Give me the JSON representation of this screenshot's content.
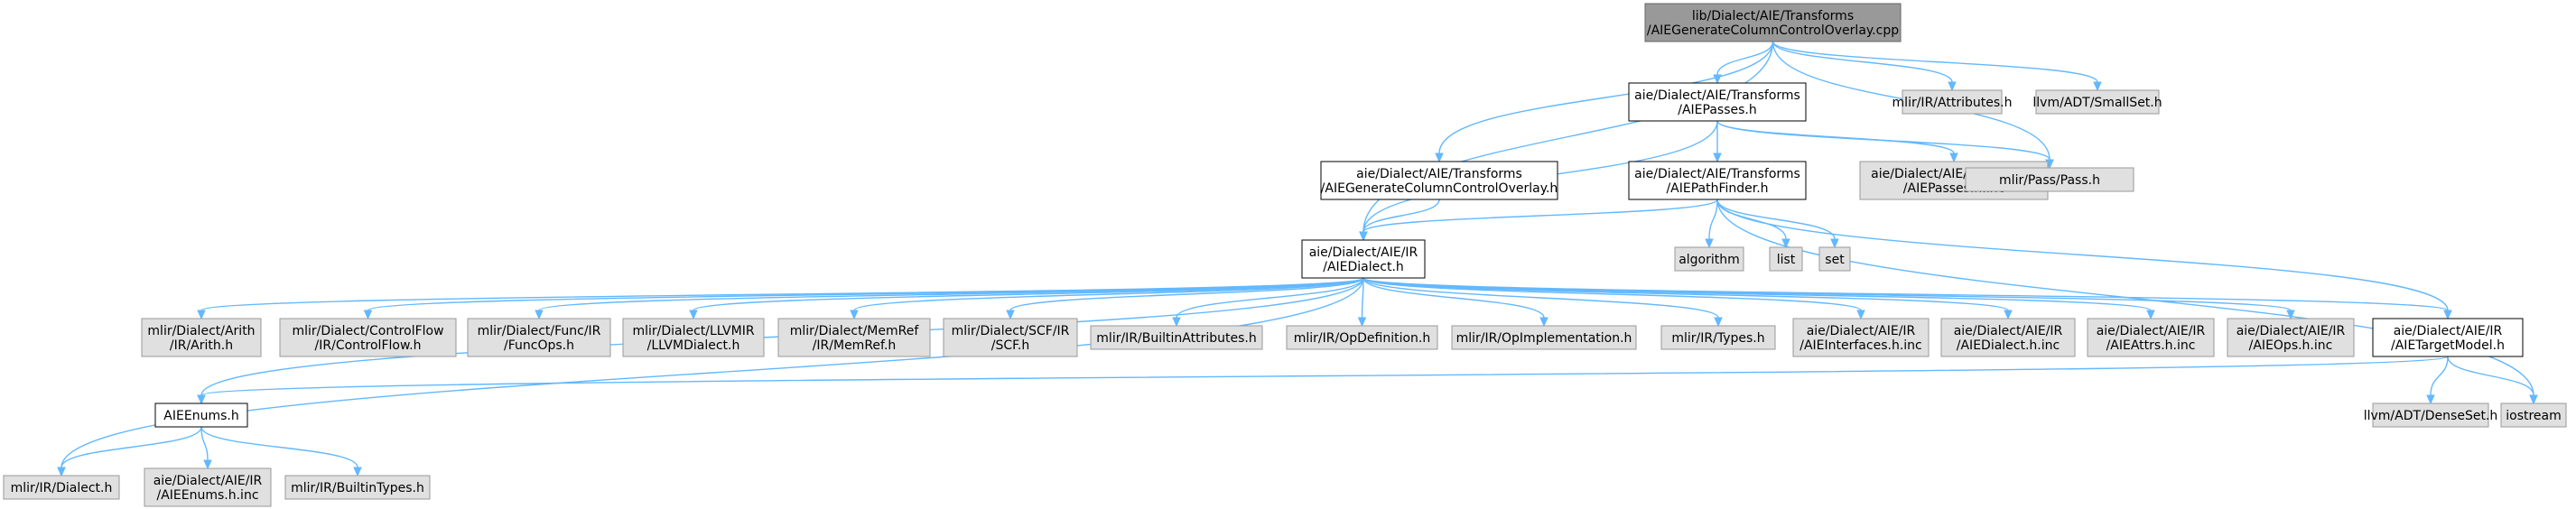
{
  "title": "",
  "colors": {
    "edge": "#63b8ff",
    "root_fill": "#999999",
    "doc_fill": "#ffffff",
    "system_fill": "#e0e0e0"
  },
  "nodes": [
    {
      "id": "root",
      "kind": "root",
      "lines": [
        "lib/Dialect/AIE/Transforms",
        "/AIEGenerateColumnControlOverlay.cpp"
      ]
    },
    {
      "id": "passes",
      "kind": "doc",
      "lines": [
        "aie/Dialect/AIE/Transforms",
        "/AIEPasses.h"
      ]
    },
    {
      "id": "attributes",
      "kind": "sys",
      "lines": [
        "mlir/IR/Attributes.h"
      ]
    },
    {
      "id": "smallset",
      "kind": "sys",
      "lines": [
        "llvm/ADT/SmallSet.h"
      ]
    },
    {
      "id": "overlay_h",
      "kind": "doc",
      "lines": [
        "aie/Dialect/AIE/Transforms",
        "/AIEGenerateColumnControlOverlay.h"
      ]
    },
    {
      "id": "pathfinder",
      "kind": "doc",
      "lines": [
        "aie/Dialect/AIE/Transforms",
        "/AIEPathFinder.h"
      ]
    },
    {
      "id": "passes_inc",
      "kind": "sys",
      "lines": [
        "aie/Dialect/AIE/Transforms",
        "/AIEPasses.h.inc"
      ]
    },
    {
      "id": "pass",
      "kind": "sys",
      "lines": [
        "mlir/Pass/Pass.h"
      ]
    },
    {
      "id": "algorithm",
      "kind": "sys",
      "lines": [
        "algorithm"
      ]
    },
    {
      "id": "list",
      "kind": "sys",
      "lines": [
        "list"
      ]
    },
    {
      "id": "set",
      "kind": "sys",
      "lines": [
        "set"
      ]
    },
    {
      "id": "dialect",
      "kind": "doc",
      "lines": [
        "aie/Dialect/AIE/IR",
        "/AIEDialect.h"
      ]
    },
    {
      "id": "arith",
      "kind": "sys",
      "lines": [
        "mlir/Dialect/Arith",
        "/IR/Arith.h"
      ]
    },
    {
      "id": "controlflow",
      "kind": "sys",
      "lines": [
        "mlir/Dialect/ControlFlow",
        "/IR/ControlFlow.h"
      ]
    },
    {
      "id": "funcops",
      "kind": "sys",
      "lines": [
        "mlir/Dialect/Func/IR",
        "/FuncOps.h"
      ]
    },
    {
      "id": "llvmdialect",
      "kind": "sys",
      "lines": [
        "mlir/Dialect/LLVMIR",
        "/LLVMDialect.h"
      ]
    },
    {
      "id": "memref",
      "kind": "sys",
      "lines": [
        "mlir/Dialect/MemRef",
        "/IR/MemRef.h"
      ]
    },
    {
      "id": "scf",
      "kind": "sys",
      "lines": [
        "mlir/Dialect/SCF/IR",
        "/SCF.h"
      ]
    },
    {
      "id": "builtinattrs",
      "kind": "sys",
      "lines": [
        "mlir/IR/BuiltinAttributes.h"
      ]
    },
    {
      "id": "opdef",
      "kind": "sys",
      "lines": [
        "mlir/IR/OpDefinition.h"
      ]
    },
    {
      "id": "opimpl",
      "kind": "sys",
      "lines": [
        "mlir/IR/OpImplementation.h"
      ]
    },
    {
      "id": "types",
      "kind": "sys",
      "lines": [
        "mlir/IR/Types.h"
      ]
    },
    {
      "id": "interfaces_inc",
      "kind": "sys",
      "lines": [
        "aie/Dialect/AIE/IR",
        "/AIEInterfaces.h.inc"
      ]
    },
    {
      "id": "dialect_inc",
      "kind": "sys",
      "lines": [
        "aie/Dialect/AIE/IR",
        "/AIEDialect.h.inc"
      ]
    },
    {
      "id": "attrs_inc",
      "kind": "sys",
      "lines": [
        "aie/Dialect/AIE/IR",
        "/AIEAttrs.h.inc"
      ]
    },
    {
      "id": "ops_inc",
      "kind": "sys",
      "lines": [
        "aie/Dialect/AIE/IR",
        "/AIEOps.h.inc"
      ]
    },
    {
      "id": "targetmodel",
      "kind": "doc",
      "lines": [
        "aie/Dialect/AIE/IR",
        "/AIETargetModel.h"
      ]
    },
    {
      "id": "enums",
      "kind": "doc",
      "lines": [
        "AIEEnums.h"
      ]
    },
    {
      "id": "densesets",
      "kind": "sys",
      "lines": [
        "llvm/ADT/DenseSet.h"
      ]
    },
    {
      "id": "iostream",
      "kind": "sys",
      "lines": [
        "iostream"
      ]
    },
    {
      "id": "irdialect",
      "kind": "sys",
      "lines": [
        "mlir/IR/Dialect.h"
      ]
    },
    {
      "id": "enums_inc",
      "kind": "sys",
      "lines": [
        "aie/Dialect/AIE/IR",
        "/AIEEnums.h.inc"
      ]
    },
    {
      "id": "builtintypes",
      "kind": "sys",
      "lines": [
        "mlir/IR/BuiltinTypes.h"
      ]
    }
  ],
  "edges": [
    [
      "root",
      "dialect"
    ],
    [
      "root",
      "overlay_h"
    ],
    [
      "root",
      "passes"
    ],
    [
      "root",
      "attributes"
    ],
    [
      "root",
      "smallset"
    ],
    [
      "root",
      "pass"
    ],
    [
      "passes",
      "dialect"
    ],
    [
      "passes",
      "pathfinder"
    ],
    [
      "passes",
      "passes_inc"
    ],
    [
      "passes",
      "pass"
    ],
    [
      "overlay_h",
      "dialect"
    ],
    [
      "pathfinder",
      "dialect"
    ],
    [
      "pathfinder",
      "algorithm"
    ],
    [
      "pathfinder",
      "list"
    ],
    [
      "pathfinder",
      "set"
    ],
    [
      "pathfinder",
      "targetmodel"
    ],
    [
      "pathfinder",
      "iostream"
    ],
    [
      "dialect",
      "arith"
    ],
    [
      "dialect",
      "controlflow"
    ],
    [
      "dialect",
      "funcops"
    ],
    [
      "dialect",
      "llvmdialect"
    ],
    [
      "dialect",
      "memref"
    ],
    [
      "dialect",
      "scf"
    ],
    [
      "dialect",
      "builtinattrs"
    ],
    [
      "dialect",
      "opdef"
    ],
    [
      "dialect",
      "opimpl"
    ],
    [
      "dialect",
      "types"
    ],
    [
      "dialect",
      "interfaces_inc"
    ],
    [
      "dialect",
      "dialect_inc"
    ],
    [
      "dialect",
      "attrs_inc"
    ],
    [
      "dialect",
      "ops_inc"
    ],
    [
      "dialect",
      "targetmodel"
    ],
    [
      "dialect",
      "enums"
    ],
    [
      "dialect",
      "irdialect"
    ],
    [
      "targetmodel",
      "enums"
    ],
    [
      "targetmodel",
      "densesets"
    ],
    [
      "targetmodel",
      "iostream"
    ],
    [
      "enums",
      "irdialect"
    ],
    [
      "enums",
      "enums_inc"
    ],
    [
      "enums",
      "builtintypes"
    ]
  ]
}
